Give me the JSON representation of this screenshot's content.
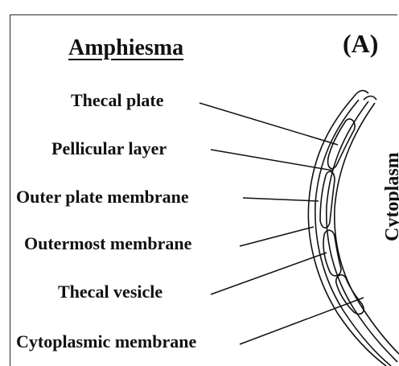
{
  "title": "Amphiesma",
  "panel_label": "(A)",
  "side_label": "Cytoplasm",
  "labels": [
    "Thecal plate",
    "Pellicular layer",
    "Outer plate membrane",
    "Outermost membrane",
    "Thecal vesicle",
    "Cytoplasmic membrane"
  ],
  "colors": {
    "ink": "#111111",
    "background": "#ffffff"
  }
}
